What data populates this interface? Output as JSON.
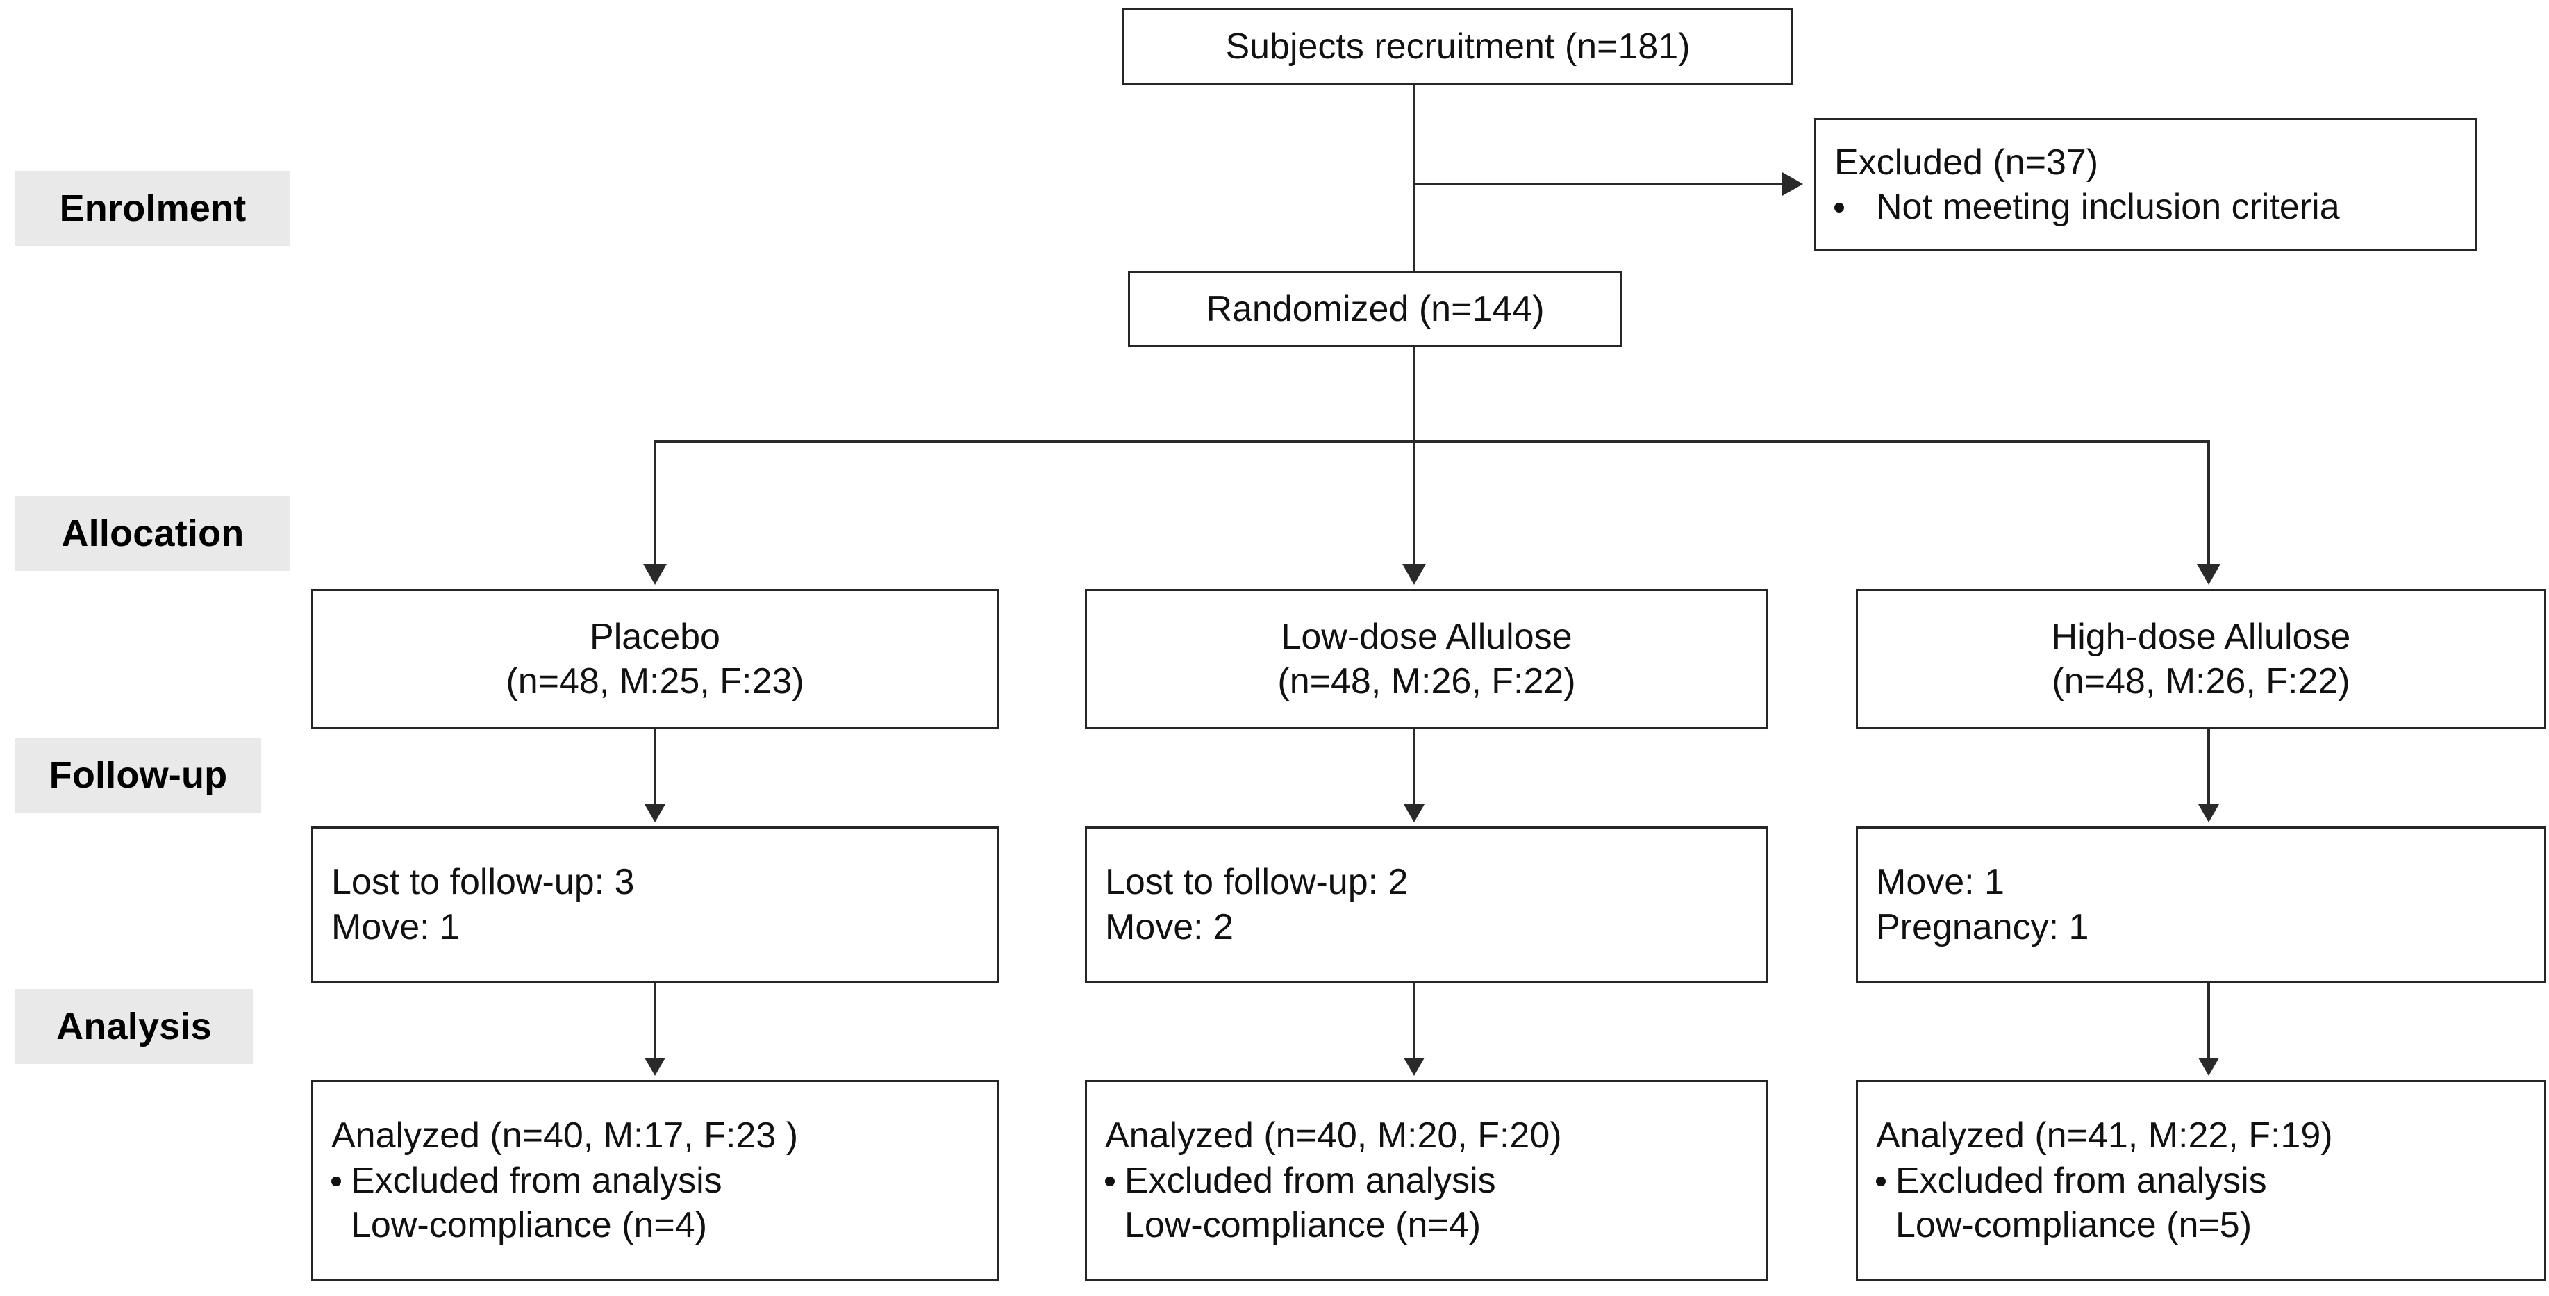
{
  "diagram": {
    "type": "consort-flow-diagram",
    "title": "CONSORT participant flow",
    "stage_label_bg": "#e9e9e9",
    "box_border_color": "#262626",
    "text_color": "#111111"
  },
  "stages": [
    {
      "id": "enrolment",
      "label": "Enrolment"
    },
    {
      "id": "allocation",
      "label": "Allocation"
    },
    {
      "id": "followup",
      "label": "Follow-up"
    },
    {
      "id": "analysis",
      "label": "Analysis"
    }
  ],
  "nodes": {
    "recruitment": {
      "label": "Subjects recruitment (n=181)",
      "n": 181
    },
    "excluded": {
      "heading": "Excluded (n=37)",
      "n": 37,
      "reasons": [
        "Not meeting inclusion criteria"
      ]
    },
    "randomized": {
      "label": "Randomized (n=144)",
      "n": 144
    }
  },
  "arms": [
    {
      "id": "placebo",
      "allocation": {
        "name": "Placebo",
        "counts": "(n=48, M:25, F:23)",
        "n": 48,
        "male": 25,
        "female": 23
      },
      "followup": {
        "lines": [
          "Lost to follow-up: 3",
          "Move: 1"
        ],
        "lost_to_followup": 3,
        "move": 1
      },
      "analysis": {
        "heading": "Analyzed (n=40, M:17, F:23 )",
        "n": 40,
        "male": 17,
        "female": 23,
        "excluded_heading": "Excluded from analysis",
        "excluded_reason": "Low-compliance (n=4)",
        "excluded_n": 4
      }
    },
    {
      "id": "low-dose-allulose",
      "allocation": {
        "name": "Low-dose Allulose",
        "counts": "(n=48, M:26, F:22)",
        "n": 48,
        "male": 26,
        "female": 22
      },
      "followup": {
        "lines": [
          "Lost to follow-up: 2",
          "Move: 2"
        ],
        "lost_to_followup": 2,
        "move": 2
      },
      "analysis": {
        "heading": "Analyzed (n=40, M:20, F:20)",
        "n": 40,
        "male": 20,
        "female": 20,
        "excluded_heading": "Excluded from analysis",
        "excluded_reason": "Low-compliance (n=4)",
        "excluded_n": 4
      }
    },
    {
      "id": "high-dose-allulose",
      "allocation": {
        "name": "High-dose Allulose",
        "counts": "(n=48, M:26, F:22)",
        "n": 48,
        "male": 26,
        "female": 22
      },
      "followup": {
        "lines": [
          "Move: 1",
          "Pregnancy: 1"
        ],
        "move": 1,
        "pregnancy": 1
      },
      "analysis": {
        "heading": "Analyzed (n=41, M:22, F:19)",
        "n": 41,
        "male": 22,
        "female": 19,
        "excluded_heading": "Excluded from analysis",
        "excluded_reason": "Low-compliance (n=5)",
        "excluded_n": 5
      }
    }
  ]
}
